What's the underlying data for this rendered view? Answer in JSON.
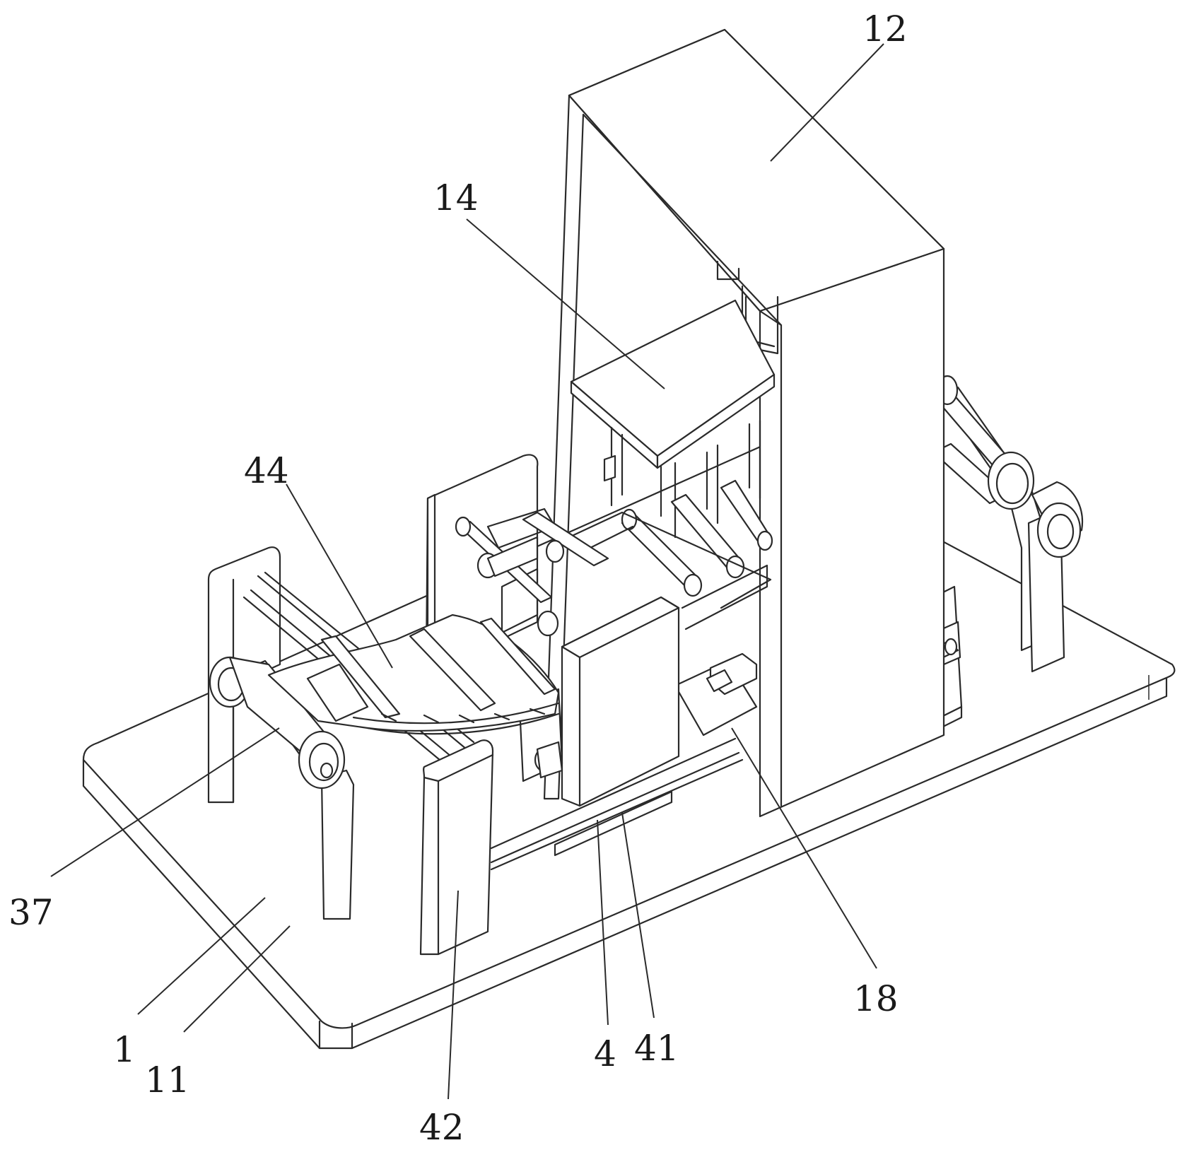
{
  "labels": {
    "l12": "12",
    "l14": "14",
    "l44": "44",
    "l37": "37",
    "l1": "1",
    "l11": "11",
    "l42": "42",
    "l4": "4",
    "l41": "41",
    "l18": "18"
  }
}
